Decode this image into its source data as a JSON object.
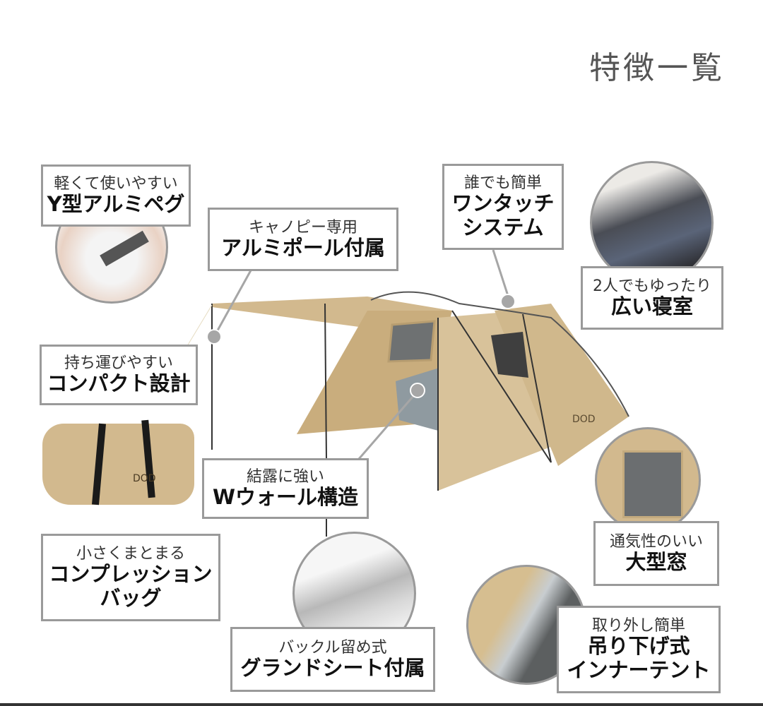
{
  "header": {
    "title": "特徴一覧"
  },
  "features": [
    {
      "id": "peg",
      "sub": "軽くて使いやすい",
      "main": "Y型アルミペグ"
    },
    {
      "id": "canopy-pole",
      "sub": "キャノピー専用",
      "main": "アルミポール付属"
    },
    {
      "id": "one-touch",
      "sub": "誰でも簡単",
      "main": "ワンタッチ",
      "main2": "システム"
    },
    {
      "id": "bedroom",
      "sub": "2人でもゆったり",
      "main": "広い寝室"
    },
    {
      "id": "compact",
      "sub": "持ち運びやすい",
      "main": "コンパクト設計"
    },
    {
      "id": "double-wall",
      "sub": "結露に強い",
      "main": "Wウォール構造"
    },
    {
      "id": "window",
      "sub": "通気性のいい",
      "main": "大型窓"
    },
    {
      "id": "compression-bag",
      "sub": "小さくまとまる",
      "main": "コンプレッション",
      "main2": "バッグ"
    },
    {
      "id": "ground-sheet",
      "sub": "バックル留め式",
      "main": "グランドシート付属"
    },
    {
      "id": "inner-tent",
      "sub": "取り外し簡単",
      "main": "吊り下げ式",
      "main2": "インナーテント"
    }
  ],
  "product": {
    "brand_logo": "DOD"
  },
  "colors": {
    "tent": "#d2b98e",
    "tent_dark": "#b79d70",
    "border": "#9a9a9a",
    "title": "#555555"
  }
}
